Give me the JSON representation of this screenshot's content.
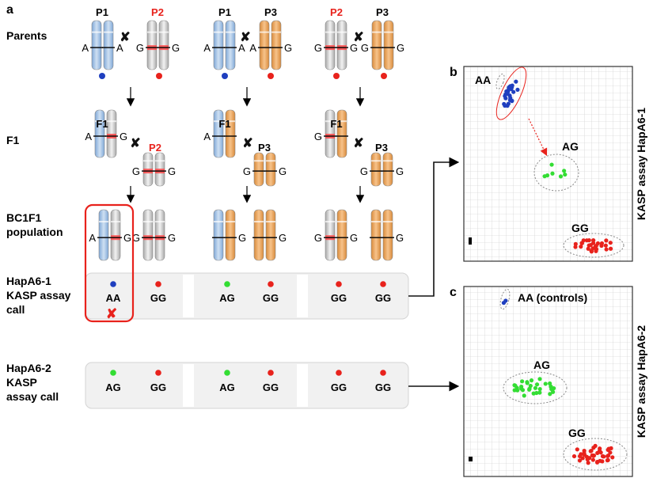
{
  "panel_a": {
    "letter": "a",
    "row_labels": {
      "parents": "Parents",
      "f1": "F1",
      "bc1f1_line1": "BC1F1",
      "bc1f1_line2": "population",
      "hap1_line1": "HapA6-1",
      "hap1_line2": "KASP assay",
      "hap1_line3": "call",
      "hap2_line1": "HapA6-2",
      "hap2_line2": "KASP",
      "hap2_line3": "assay call"
    },
    "crosses": [
      {
        "p_left": "P1",
        "p_right": "P2",
        "f1": "F1",
        "recurrent": "P2"
      },
      {
        "p_left": "P1",
        "p_right": "P3",
        "f1": "F1",
        "recurrent": "P3"
      },
      {
        "p_left": "P2",
        "p_right": "P3",
        "f1": "F1",
        "recurrent": "P3"
      }
    ],
    "allele_A": "A",
    "allele_G": "G",
    "cross_symbol": "✘",
    "hapA6_1_calls": [
      "AA",
      "GG",
      "AG",
      "GG",
      "GG",
      "GG"
    ],
    "hapA6_2_calls": [
      "AG",
      "GG",
      "AG",
      "GG",
      "GG",
      "GG"
    ],
    "colors": {
      "AA": "#1f3fbf",
      "AG": "#33dd33",
      "GG": "#e8221c",
      "P2_label": "#e8221c"
    }
  },
  "panel_b": {
    "letter": "b",
    "side_label": "KASP assay HapA6-1",
    "cluster_labels": {
      "AA": "AA",
      "AG": "AG",
      "GG": "GG"
    }
  },
  "panel_c": {
    "letter": "c",
    "side_label": "KASP assay HapA6-2",
    "cluster_labels": {
      "AA": "AA (controls)",
      "AG": "AG",
      "GG": "GG"
    }
  }
}
